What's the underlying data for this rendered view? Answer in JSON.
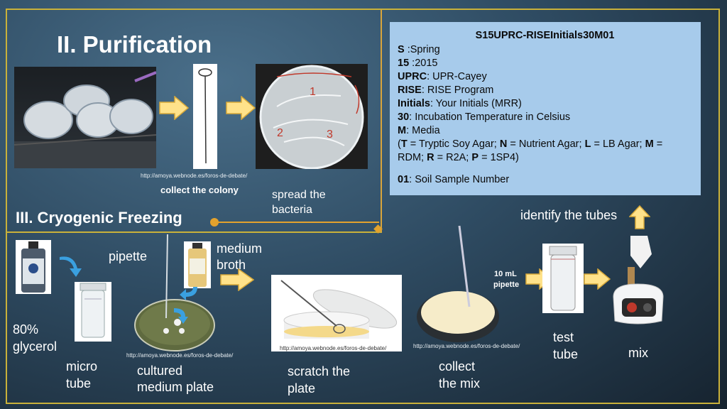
{
  "purification": {
    "title": "II. Purification",
    "credit": "http://amoya.webnode.es/foros-de-debate/",
    "collect_label": "collect the colony",
    "spread_label_1": "spread the",
    "spread_label_2": "bacteria",
    "plate_marks": [
      "1",
      "2",
      "3"
    ]
  },
  "info_box": {
    "header": "S15UPRC-RISEInitials30M01",
    "lines": [
      {
        "key": "S",
        "text": " :Spring"
      },
      {
        "key": "15",
        "text": " :2015"
      },
      {
        "key": "UPRC",
        "text": ": UPR-Cayey"
      },
      {
        "key": "RISE",
        "text": ": RISE Program"
      },
      {
        "key": "Initials",
        "text": ": Your Initials (MRR)"
      },
      {
        "key": "30",
        "text": ": Incubation Temperature in Celsius"
      },
      {
        "key": "M",
        "text": ": Media"
      }
    ],
    "media_line": {
      "p0": " (",
      "T": "T",
      "p1": " = Tryptic Soy Agar; ",
      "N": "N",
      "p2": " = Nutrient Agar; ",
      "L": "L",
      "p3": " = LB Agar; ",
      "M": "M",
      "p4": " =",
      "p5": "RDM; ",
      "R": "R",
      "p6": " = R2A; ",
      "P": "P",
      "p7": " = 1SP4)"
    },
    "sample_line": {
      "key": "01",
      "text": ": Soil Sample Number"
    }
  },
  "cryo": {
    "title": "III. Cryogenic Freezing",
    "glycerol_1": "80%",
    "glycerol_2": "glycerol",
    "micro_1": "micro",
    "micro_2": "tube",
    "pipette": "pipette",
    "medium_1": "medium",
    "medium_2": "broth",
    "cultured_1": "cultured",
    "cultured_2": "medium plate",
    "scratch_1": "scratch the",
    "scratch_2": "plate",
    "collect_1": "collect",
    "collect_2": "the mix",
    "ten_ml_1": "10 mL",
    "ten_ml_2": "pipette",
    "test_1": "test",
    "test_2": "tube",
    "identify": "identify the tubes",
    "mix": "mix",
    "credit_1": "http://amoya.webnode.es/foros-de-debate/",
    "credit_2": "http://amoya.webnode.es/foros-de-debate/",
    "credit_3": "http://amoya.webnode.es/foros-de-debate/"
  },
  "colors": {
    "frame": "#c9b13a",
    "arrow_fill": "#ffe28a",
    "arrow_stroke": "#d8a93a",
    "info_bg": "#a7cbeb",
    "connector": "#e3a22d",
    "blue_arrow": "#3aa0e0"
  }
}
